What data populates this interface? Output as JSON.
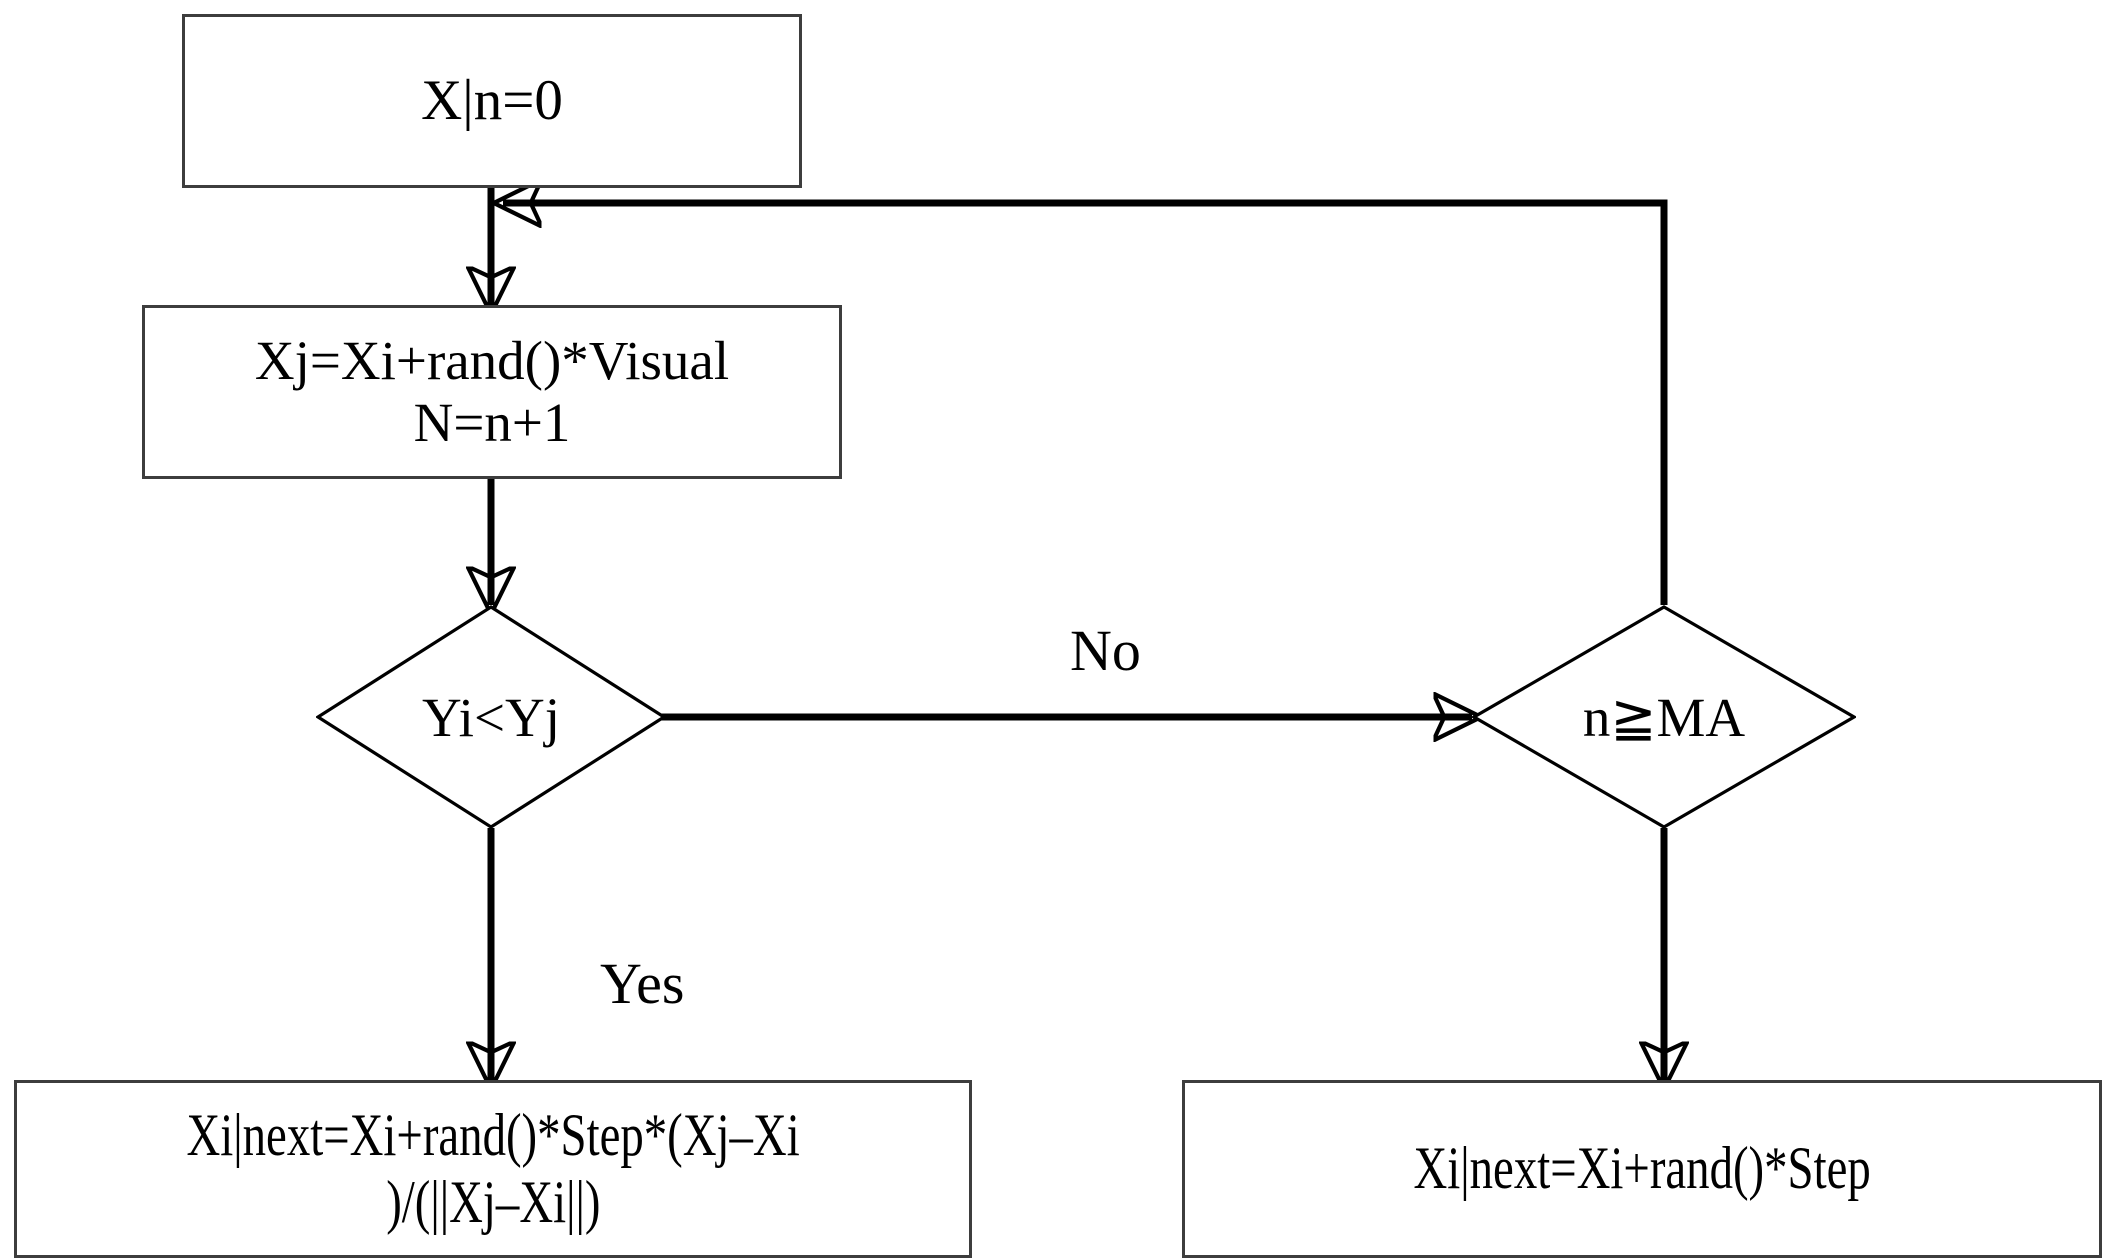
{
  "diagram": {
    "type": "flowchart",
    "title": "Artificial Fish Swarm preying behaviour flowchart",
    "stroke_color": "#000000",
    "box_border_color": "#3d3d3d",
    "background_color": "#ffffff",
    "nodes": [
      {
        "id": "init",
        "shape": "rectangle",
        "lines": [
          "X|n=0"
        ]
      },
      {
        "id": "sense",
        "shape": "rectangle",
        "lines": [
          "Xj=Xi+rand()*Visual",
          "N=n+1"
        ]
      },
      {
        "id": "compare",
        "shape": "diamond",
        "lines": [
          "Yi<Yj"
        ]
      },
      {
        "id": "trycount",
        "shape": "diamond",
        "lines": [
          "n≧MA"
        ]
      },
      {
        "id": "move-toward",
        "shape": "rectangle",
        "lines": [
          "Xi|next=Xi+rand()*Step*(Xj–Xi",
          ")/(||Xj–Xi||)"
        ]
      },
      {
        "id": "random-move",
        "shape": "rectangle",
        "lines": [
          "Xi|next=Xi+rand()*Step"
        ]
      }
    ],
    "edges": [
      {
        "id": "init-to-sense",
        "from": "init",
        "to": "sense",
        "label": ""
      },
      {
        "id": "sense-to-compare",
        "from": "sense",
        "to": "compare",
        "label": ""
      },
      {
        "id": "compare-to-trycount",
        "from": "compare",
        "to": "trycount",
        "label": "No"
      },
      {
        "id": "compare-to-move-toward",
        "from": "compare",
        "to": "move-toward",
        "label": "Yes"
      },
      {
        "id": "trycount-to-random-move",
        "from": "trycount",
        "to": "random-move",
        "label": ""
      },
      {
        "id": "trycount-loop-back",
        "from": "trycount",
        "to": "sense",
        "label": ""
      }
    ]
  }
}
